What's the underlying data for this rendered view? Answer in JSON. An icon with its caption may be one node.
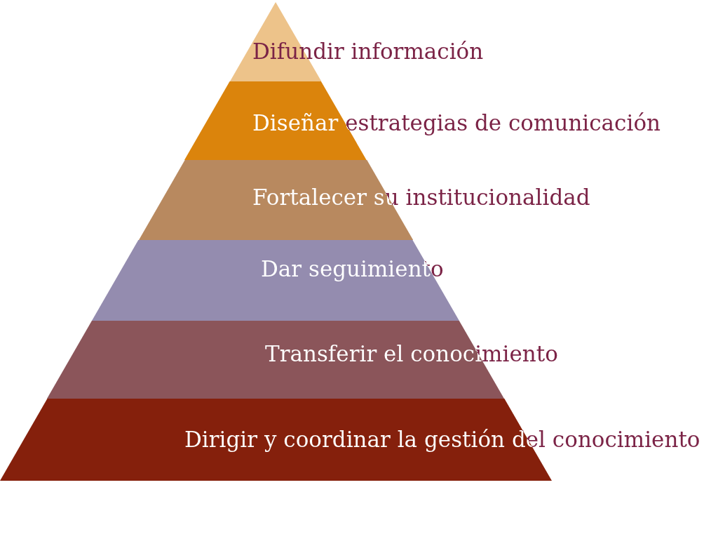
{
  "diagram": {
    "nodes": [
      {
        "text": [
          "Difundir información"
        ]
      },
      {
        "text": [
          "Diseñar estrategias de comunicación"
        ]
      },
      {
        "text": [
          "Fortalecer su institucionalidad"
        ]
      },
      {
        "text": [
          "Dar seguimiento"
        ]
      },
      {
        "text": [
          "Transferir el conocimiento"
        ]
      },
      {
        "text": [
          "Dirigir y coordinar la gestión del conocimiento"
        ]
      }
    ]
  }
}
